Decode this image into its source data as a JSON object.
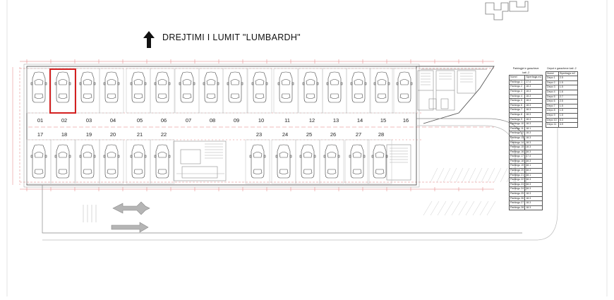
{
  "header": {
    "title": "DREJTIMI  I LUMIT \"LUMBARDH\""
  },
  "spots_top": [
    {
      "label": "01"
    },
    {
      "label": "02",
      "highlight": true
    },
    {
      "label": "03"
    },
    {
      "label": "04"
    },
    {
      "label": "05"
    },
    {
      "label": "06"
    },
    {
      "label": "07"
    },
    {
      "label": "08"
    },
    {
      "label": "09"
    },
    {
      "label": "10"
    },
    {
      "label": "11"
    },
    {
      "label": "12"
    },
    {
      "label": "13"
    },
    {
      "label": "14"
    },
    {
      "label": "15"
    },
    {
      "label": "16"
    }
  ],
  "spots_bottom": [
    {
      "label": "17"
    },
    {
      "label": "18"
    },
    {
      "label": "19"
    },
    {
      "label": "20"
    },
    {
      "label": "21"
    },
    {
      "label": "22"
    },
    {
      "label": "23"
    },
    {
      "label": "24"
    },
    {
      "label": "25"
    },
    {
      "label": "26"
    },
    {
      "label": "27"
    },
    {
      "label": "28"
    }
  ],
  "parking_table": {
    "caption_1": "Parkingjet e garazheve",
    "caption_2": "kati -2",
    "headers": [
      "Numri",
      "Siperfaqja m2"
    ],
    "rows": [
      [
        "Parkingu 1",
        "17.4"
      ],
      [
        "Parkingu 2",
        "18.3"
      ],
      [
        "Parkingu 3",
        "18.3"
      ],
      [
        "Parkingu 4",
        "18.3"
      ],
      [
        "Parkingu 5",
        "18.3"
      ],
      [
        "Parkingu 6",
        "18.3"
      ],
      [
        "Parkingu 7",
        "18.3"
      ],
      [
        "Parkingu 8",
        "18.3"
      ],
      [
        "Parkingu 9",
        "18.3"
      ],
      [
        "Parkingu 10",
        "18.3"
      ],
      [
        "Parkingu 11",
        "18.1"
      ],
      [
        "Parkingu 12",
        "18.3"
      ],
      [
        "Parkingu 13",
        "18.3"
      ],
      [
        "Parkingu 14",
        "18.3"
      ],
      [
        "Parkingu 15",
        "18.3"
      ],
      [
        "Parkingu 16",
        "18.3"
      ],
      [
        "Parkingu 17",
        "17.4"
      ],
      [
        "Parkingu 18",
        "18.3"
      ],
      [
        "Parkingu 19",
        "18.1"
      ],
      [
        "Parkingu 20",
        "18.3"
      ],
      [
        "Parkingu 21",
        "18.1"
      ],
      [
        "Parkingu 22",
        "18.3"
      ],
      [
        "Parkingu 23",
        "18.3"
      ],
      [
        "Parkingu 24",
        "18.3"
      ],
      [
        "Parkingu 25",
        "18.3"
      ],
      [
        "Parkingu 26",
        "18.3"
      ],
      [
        "Parkingu 27",
        "18.3"
      ],
      [
        "Parkingu 28",
        "18.3"
      ]
    ]
  },
  "depo_table": {
    "caption": "Depot e garazheve kati -2",
    "headers": [
      "Numri",
      "Siperfaqja m2"
    ],
    "rows": [
      [
        "Depo 1",
        "2.5"
      ],
      [
        "Depo 2",
        "1.5"
      ],
      [
        "Depo 3",
        "1.5"
      ],
      [
        "Depo 4",
        "1.6"
      ],
      [
        "Depo 5",
        "2.7"
      ],
      [
        "Depo 6",
        "2.5"
      ],
      [
        "Depo 7",
        "1.5"
      ],
      [
        "Depo 8",
        "1.5"
      ],
      [
        "Depo 9",
        "1.5"
      ],
      [
        "Depo 10",
        "5.3"
      ],
      [
        "Depo 11",
        "4.9"
      ]
    ]
  },
  "colors": {
    "highlight": "#d42020",
    "linework": "#444444",
    "grid": "#e07a7a"
  }
}
